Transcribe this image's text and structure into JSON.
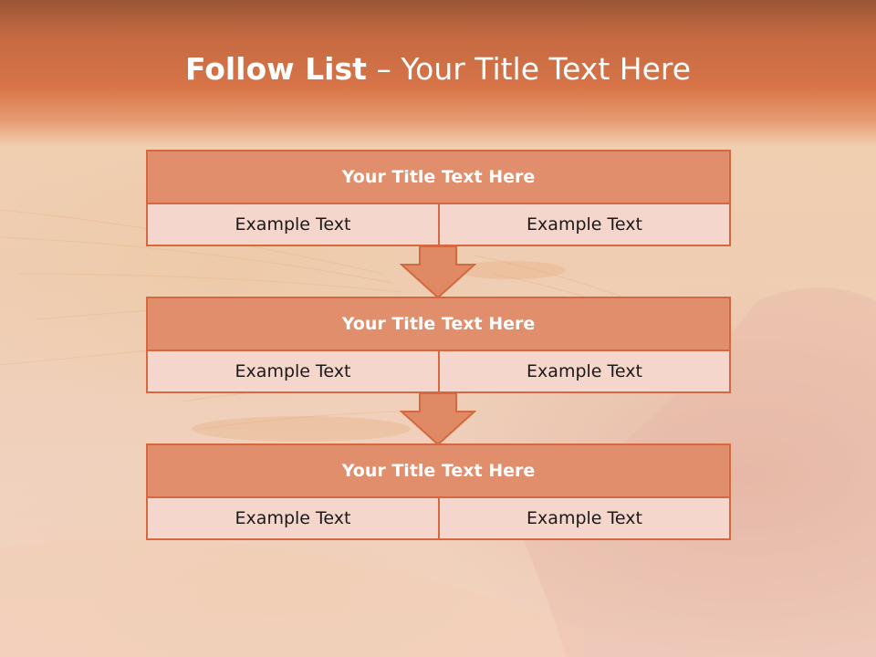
{
  "slide": {
    "title_bold": "Follow List",
    "title_rest": " – Your Title Text Here"
  },
  "steps": [
    {
      "title": "Your Title Text Here",
      "left": "Example Text",
      "right": "Example Text"
    },
    {
      "title": "Your Title Text Here",
      "left": "Example Text",
      "right": "Example Text"
    },
    {
      "title": "Your Title Text Here",
      "left": "Example Text",
      "right": "Example Text"
    }
  ],
  "colors": {
    "header": "#d87448",
    "box_border": "#d4683f",
    "box_title_fill": "#e08e6c",
    "box_cell_fill": "#f5d6cc",
    "arrow_fill": "#df8a64"
  }
}
